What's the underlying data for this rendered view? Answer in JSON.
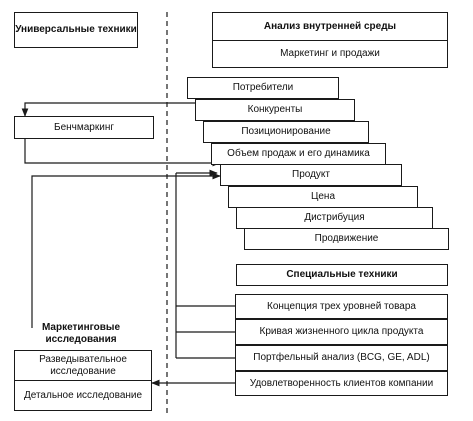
{
  "universal": {
    "title": "Универсальные техники",
    "benchmarking": "Бенчмаркинг",
    "research_title": "Маркетинговые исследования",
    "exploratory": "Разведывательное исследование",
    "detailed": "Детальное исследование"
  },
  "internal": {
    "title": "Анализ внутренней среды",
    "marketing": "Маркетинг и продажи",
    "steps": [
      "Потребители",
      "Конкуренты",
      "Позиционирование",
      "Объем продаж и его динамика",
      "Продукт",
      "Цена",
      "Дистрибуция",
      "Продвижение"
    ]
  },
  "special": {
    "title": "Специальные техники",
    "items": [
      "Концепция трех уровней товара",
      "Кривая жизненного цикла продукта",
      "Портфельный анализ (BCG, GE, ADL)",
      "Удовлетворенность клиентов компании"
    ]
  },
  "colors": {
    "line": "#1a1a1a",
    "background": "#ffffff"
  }
}
